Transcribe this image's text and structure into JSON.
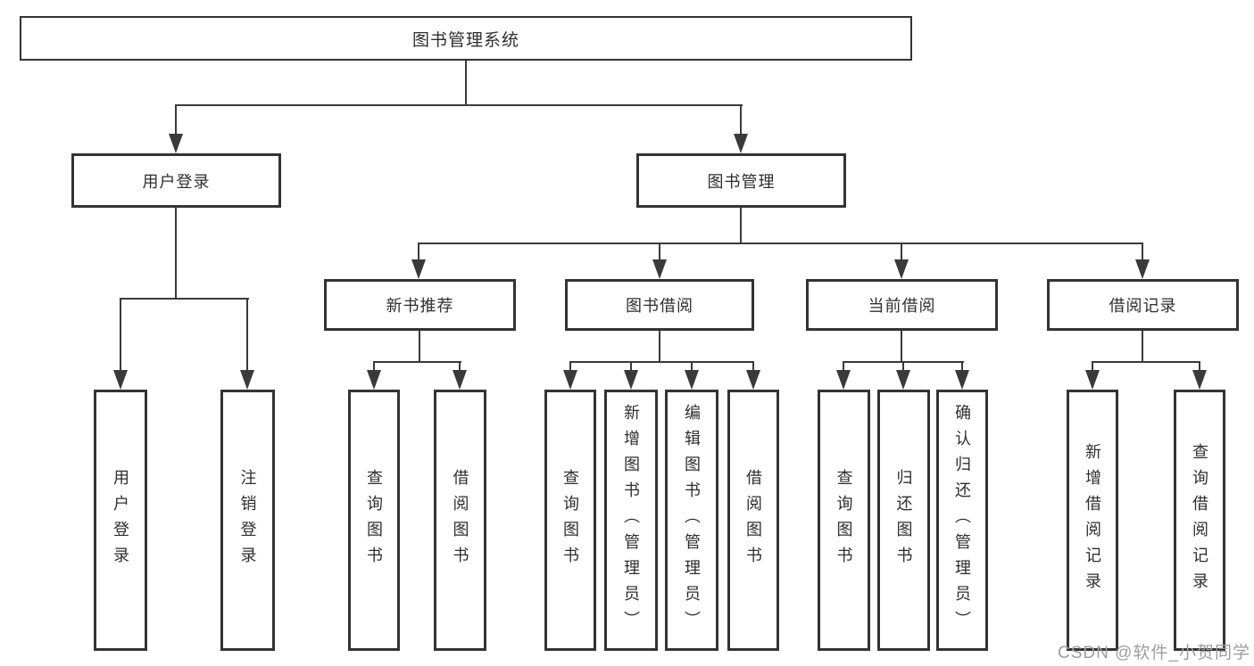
{
  "diagram": {
    "title": "图书管理系统",
    "root": {
      "label": "图书管理系统"
    },
    "branches": {
      "user_login": {
        "label": "用户登录",
        "children": [
          "用户登录",
          "注销登录"
        ]
      },
      "book_management": {
        "label": "图书管理",
        "sections": {
          "new_book": {
            "label": "新书推荐",
            "children": [
              "查询图书",
              "借阅图书"
            ]
          },
          "borrow": {
            "label": "图书借阅",
            "children": [
              "查询图书",
              "新增图书（管理员）",
              "编辑图书（管理员）",
              "借阅图书"
            ]
          },
          "current": {
            "label": "当前借阅",
            "children": [
              "查询图书",
              "归还图书",
              "确认归还（管理员）"
            ]
          },
          "records": {
            "label": "借阅记录",
            "children": [
              "新增借阅记录",
              "查询借阅记录"
            ]
          }
        }
      }
    }
  },
  "watermark": "CSDN @软件_小贺同学",
  "colors": {
    "line": "#3a3a3a",
    "box_border": "#333333",
    "text": "#2e2e2e",
    "watermark_text": "#9e9e9e",
    "background": "#ffffff"
  }
}
